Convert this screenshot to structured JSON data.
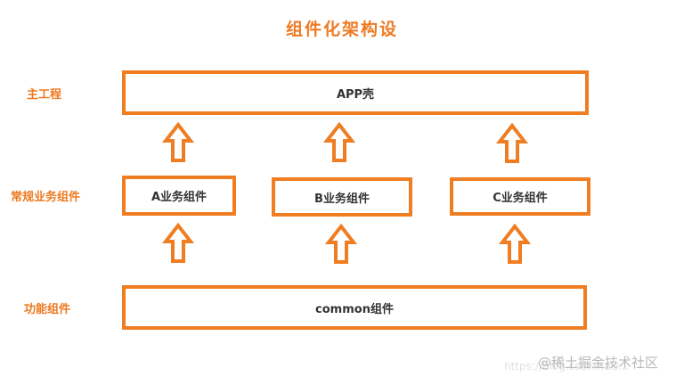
{
  "diagram": {
    "title": "组件化架构设",
    "layers": {
      "main": {
        "label": "主工程",
        "box": "APP壳"
      },
      "business": {
        "label": "常规业务组件",
        "boxes": [
          "A业务组件",
          "B业务组件",
          "C业务组件"
        ]
      },
      "base": {
        "label": "功能组件",
        "box": "common组件"
      }
    },
    "accent_color": "#ef7d22",
    "arrow_icon": "up-arrow-icon"
  },
  "watermark": {
    "text": "@稀土掘金技术社区",
    "faint_text": "https://blog.csdn.net/..."
  }
}
